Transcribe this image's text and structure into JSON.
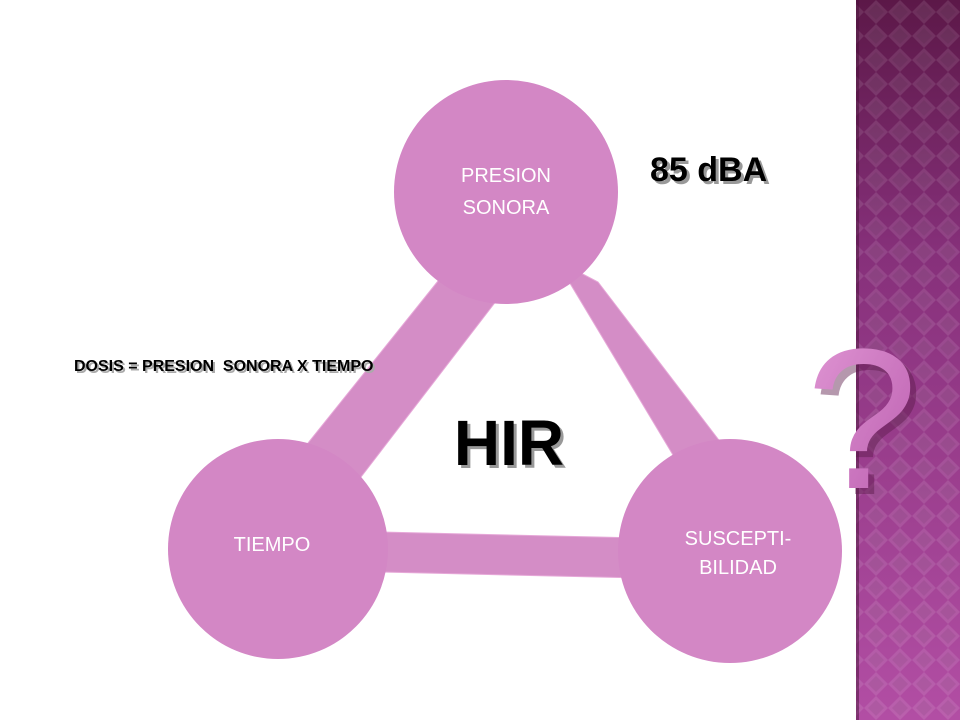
{
  "nodes": {
    "top": {
      "line1": "PRESION",
      "line2": "SONORA"
    },
    "left": {
      "label": "TIEMPO"
    },
    "right": {
      "line1": "SUSCEPTI-",
      "line2": "BILIDAD"
    }
  },
  "center_label": "HIR",
  "threshold_label": "85 dBA",
  "formula_label": "DOSIS = PRESION  SONORA X TIEMPO",
  "question_mark": "?",
  "colors": {
    "node_fill": "#d387c5",
    "connector_fill": "#d48dc6",
    "side_panel_dark": "#5e1a4a",
    "side_panel_mid": "#a8409a",
    "question_fill": "#c76bbb"
  }
}
